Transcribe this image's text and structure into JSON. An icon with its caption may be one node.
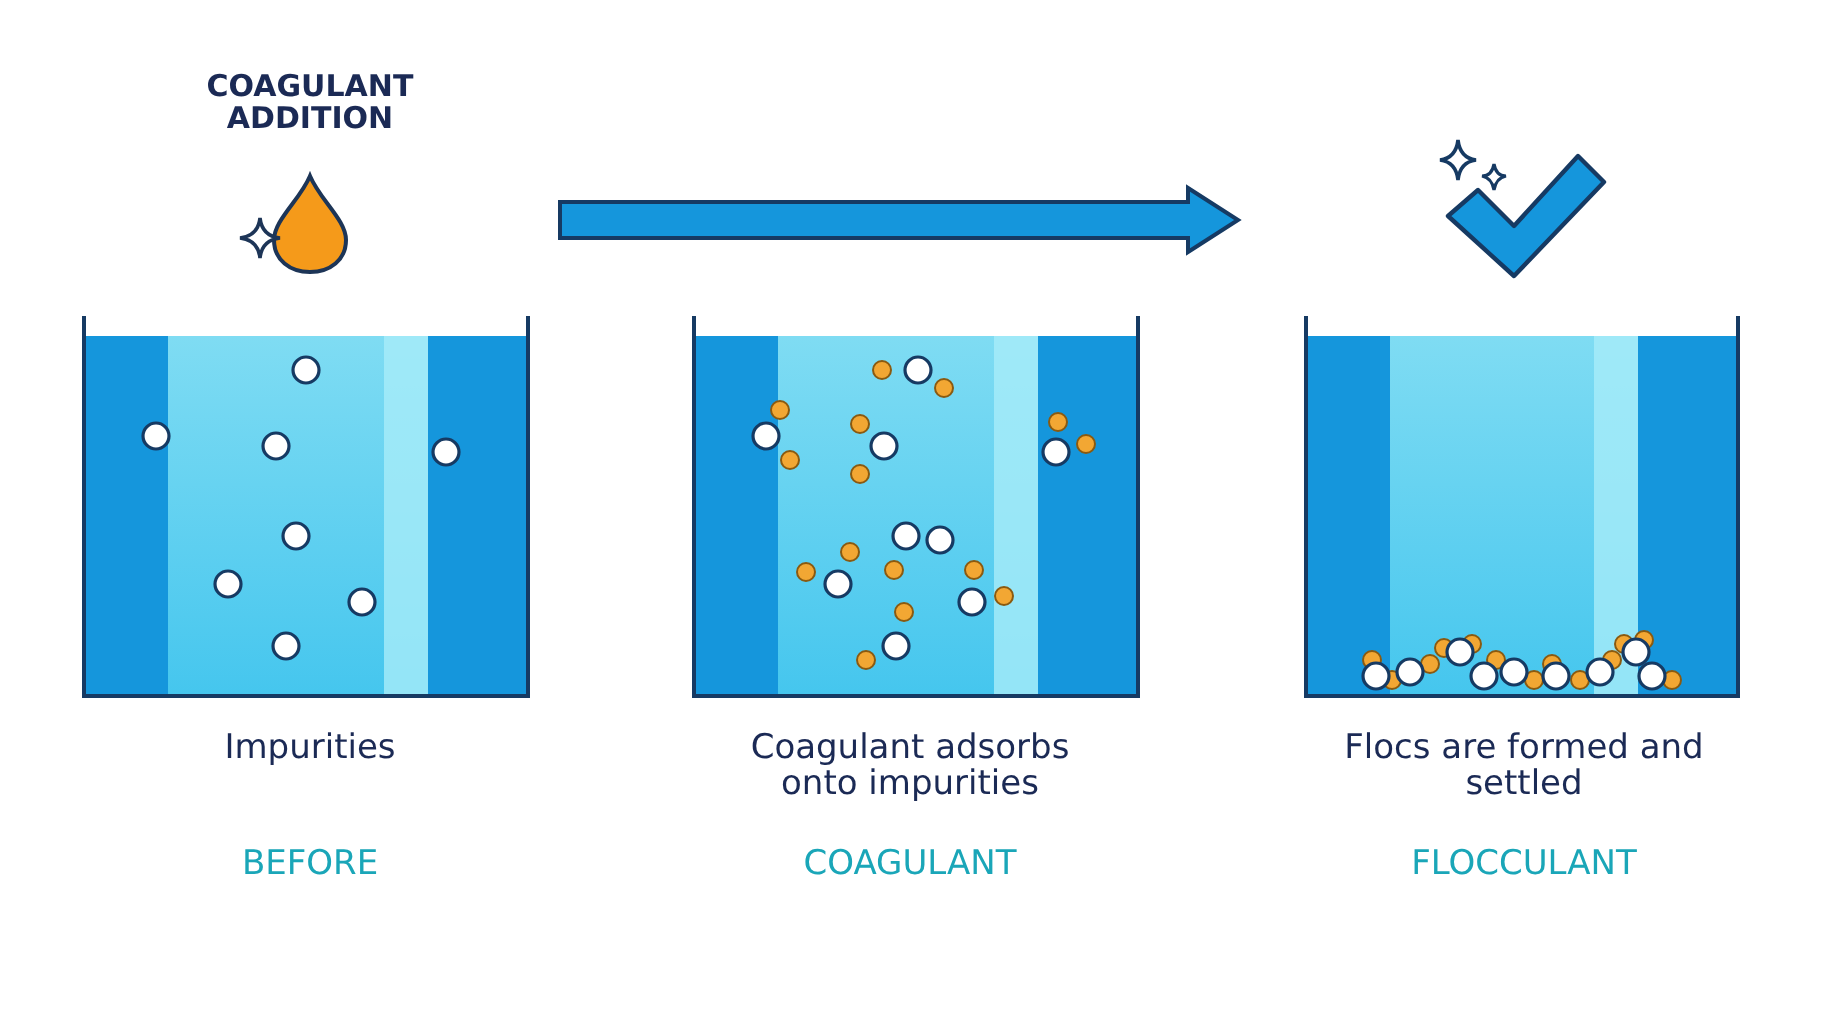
{
  "diagram": {
    "labels": [
      "COAGULANT ADDITION",
      "Impurities",
      "Coagulant adsorbs onto impurities",
      "Flocs are formed and settled",
      "BEFORE",
      "COAGULANT",
      "FLOCCULANT"
    ]
  }
}
